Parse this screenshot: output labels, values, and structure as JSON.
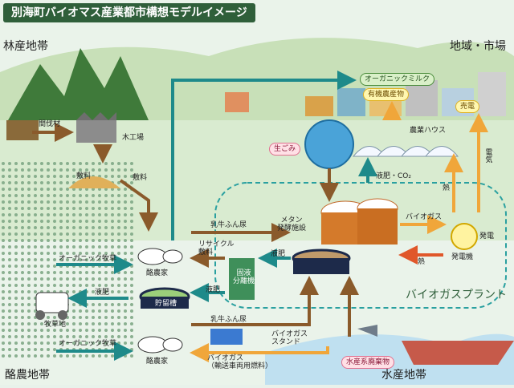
{
  "title": "別海町バイオマス産業都市構想モデルイメージ",
  "regions": {
    "forest": "林産地帯",
    "city": "地域・市場",
    "dairy": "酪農地帯",
    "fishery": "水産地帯",
    "plant": "バイオガスプラント"
  },
  "nodes": {
    "thinning": "間伐材",
    "lumber_mill": "木工場",
    "sawdust1": "敷料",
    "sawdust2": "敷料",
    "organic_milk": "オーガニックミルク",
    "organic_produce": "有機農産物",
    "greenhouse": "農業ハウス",
    "food_waste": "生ごみ",
    "liquid_co2": "液肥・CO₂",
    "heat1": "熱",
    "electricity": "電気",
    "power_sale": "売電",
    "manure1": "乳牛ふん尿",
    "methane_tank": "メタン\n発酵施設",
    "biogas1": "バイオガス",
    "generator": "発電",
    "generator2": "発電機",
    "heat2": "熱",
    "recycle_bedding": "リサイクル\n敷料",
    "liquid1": "液肥",
    "separator": "固液\n分離機",
    "organic_pasture1": "オーガニック牧草",
    "dairy_farm1": "酪農家",
    "liquid2": "液肥",
    "liquid3": "液肥",
    "storage_tank": "貯留槽",
    "pasture": "牧草地",
    "manure2": "乳牛ふん尿",
    "biogas_station": "バイオガス\nスタンド",
    "organic_pasture2": "オーガニック牧草",
    "dairy_farm2": "酪農家",
    "biogas_fuel": "バイオガス\n（輸送車両用燃料）",
    "fishery_waste": "水産系廃棄物"
  },
  "colors": {
    "teal": "#1e8a8a",
    "brown": "#8a5a2b",
    "orange": "#f0a63a",
    "red": "#e0572a",
    "dark_green": "#2f5f3a"
  }
}
